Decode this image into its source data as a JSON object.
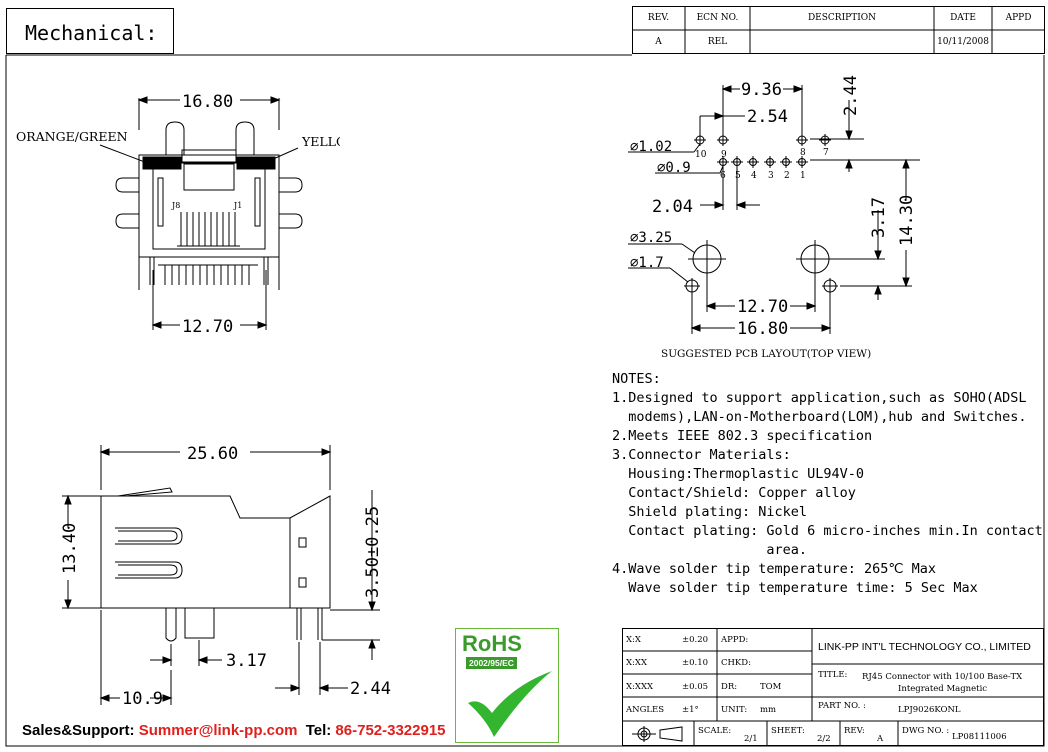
{
  "header": {
    "title": "Mechanical:"
  },
  "revision_table": {
    "headers": [
      "REV.",
      "ECN NO.",
      "DESCRIPTION",
      "DATE",
      "APPD"
    ],
    "row": [
      "A",
      "REL",
      "",
      "10/11/2008",
      ""
    ]
  },
  "front_view": {
    "dim_width_top": "16.80",
    "dim_width_bottom": "12.70",
    "label_left_led": "ORANGE/GREEN",
    "label_right_led": "YELLOW",
    "pin_label_left": "J8",
    "pin_label_right": "J1"
  },
  "side_view": {
    "dim_length": "25.60",
    "dim_height": "13.40",
    "dim_pin_length": "3.50±0.25",
    "dim_pin_offset": "3.17",
    "dim_post_offset": "10.9",
    "dim_post_len": "2.44"
  },
  "pcb_layout": {
    "dim_936": "9.36",
    "dim_254": "2.54",
    "dim_244": "2.44",
    "dim_102": "⌀1.02",
    "dim_09": "⌀0.9",
    "dim_204": "2.04",
    "dim_317": "3.17",
    "dim_1430": "14.30",
    "dim_325": "⌀3.25",
    "dim_17": "⌀1.7",
    "dim_1270": "12.70",
    "dim_1680": "16.80",
    "pin_top": [
      "10",
      "9",
      "8",
      "7"
    ],
    "pin_bottom": [
      "6",
      "5",
      "4",
      "3",
      "2",
      "1"
    ],
    "caption": "SUGGESTED PCB LAYOUT(TOP VIEW)"
  },
  "notes": {
    "heading": "NOTES:",
    "lines": [
      "1.Designed to support application,such as SOHO(ADSL",
      "  modems),LAN-on-Motherboard(LOM),hub and Switches.",
      "2.Meets IEEE 802.3 specification",
      "3.Connector Materials:",
      "  Housing:Thermoplastic UL94V-0",
      "  Contact/Shield: Copper alloy",
      "  Shield plating: Nickel",
      "  Contact plating: Gold 6 micro-inches min.In contact",
      "                   area.",
      "4.Wave solder tip temperature: 265℃ Max",
      "  Wave solder tip temperature time: 5 Sec Max"
    ]
  },
  "rohs": {
    "title": "RoHS",
    "directive": "2002/95/EC"
  },
  "title_block": {
    "tol_rows": [
      {
        "label": "X:X",
        "value": "±0.20",
        "field": "APPD:",
        "field_value": ""
      },
      {
        "label": "X:XX",
        "value": "±0.10",
        "field": "CHKD:",
        "field_value": ""
      },
      {
        "label": "X:XXX",
        "value": "±0.05",
        "field": "DR:",
        "field_value": "TOM"
      },
      {
        "label": "ANGLES",
        "value": "±1°",
        "field": "UNIT:",
        "field_value": "mm"
      }
    ],
    "company": "LINK-PP INT'L TECHNOLOGY CO., LIMITED",
    "title_label": "TITLE:",
    "title_line1": "RJ45 Connector with 10/100 Base-TX",
    "title_line2": "Integrated Magnetic",
    "part_label": "PART NO. :",
    "part_no": "LPJ9026KONL",
    "scale_label": "SCALE:",
    "scale": "2/1",
    "sheet_label": "SHEET:",
    "sheet": "2/2",
    "rev_label": "REV:",
    "rev": "A",
    "dwg_label": "DWG NO. :",
    "dwg_no": "LP08111006"
  },
  "footer": {
    "label_sales": "Sales&Support:",
    "email": "Summer@link-pp.com",
    "label_tel": "Tel:",
    "tel": "86-752-3322915"
  }
}
